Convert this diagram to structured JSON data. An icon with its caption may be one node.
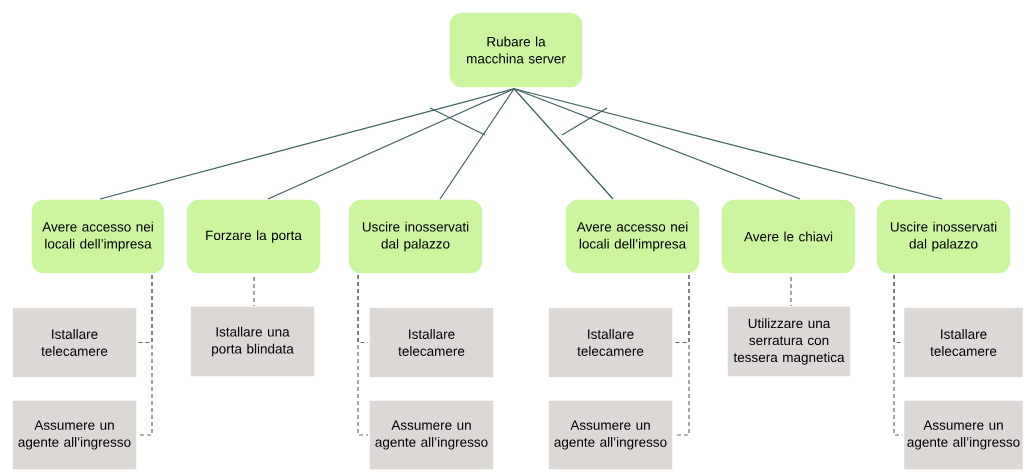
{
  "diagram": {
    "nodes": [
      {
        "text": [
          "Rubare la macchina server"
        ]
      },
      {
        "text": [
          "Avere accesso nei locali dell’impresa"
        ]
      },
      {
        "text": [
          "Forzare la porta"
        ]
      },
      {
        "text": [
          "Uscire inosservati dal palazzo"
        ]
      },
      {
        "text": [
          "Avere accesso nei locali dell’impresa"
        ]
      },
      {
        "text": [
          "Avere le chiavi"
        ]
      },
      {
        "text": [
          "Uscire inosservati dal palazzo"
        ]
      },
      {
        "text": [
          "Istallare telecamere"
        ]
      },
      {
        "text": [
          "Assumere un agente all’ingresso"
        ]
      },
      {
        "text": [
          "Istallare una porta blindata"
        ]
      },
      {
        "text": [
          "Istallare telecamere"
        ]
      },
      {
        "text": [
          "Assumere un agente all’ingresso"
        ]
      },
      {
        "text": [
          "Istallare telecamere"
        ]
      },
      {
        "text": [
          "Assumere un agente all’ingresso"
        ]
      },
      {
        "text": [
          "Utilizzare una serratura con tessera magnetica"
        ]
      },
      {
        "text": [
          "Istallare telecamere"
        ]
      },
      {
        "text": [
          "Assumere un agente all’ingresso"
        ]
      }
    ],
    "edges": [
      {
        "from": 0,
        "to": 1,
        "arrow": "none",
        "color": "#3d5f60"
      },
      {
        "from": 0,
        "to": 2,
        "arrow": "none",
        "color": "#3d5f60"
      },
      {
        "from": 0,
        "to": 3,
        "arrow": "none",
        "color": "#3d5f60"
      },
      {
        "from": 0,
        "to": 4,
        "arrow": "none",
        "color": "#3d5f60"
      },
      {
        "from": 0,
        "to": 5,
        "arrow": "none",
        "color": "#3d5f60"
      },
      {
        "from": 0,
        "to": 6,
        "arrow": "none",
        "color": "#3d5f60"
      },
      {
        "from": 1,
        "to": 7,
        "arrow": "none",
        "style": "dashed"
      },
      {
        "from": 1,
        "to": 8,
        "arrow": "none",
        "style": "dashed"
      },
      {
        "from": 2,
        "to": 9,
        "arrow": "none",
        "style": "dashed"
      },
      {
        "from": 3,
        "to": 10,
        "arrow": "none",
        "style": "dashed"
      },
      {
        "from": 3,
        "to": 11,
        "arrow": "none",
        "style": "dashed"
      },
      {
        "from": 4,
        "to": 12,
        "arrow": "none",
        "style": "dashed"
      },
      {
        "from": 4,
        "to": 13,
        "arrow": "none",
        "style": "dashed"
      },
      {
        "from": 5,
        "to": 14,
        "arrow": "none",
        "style": "dashed"
      },
      {
        "from": 6,
        "to": 15,
        "arrow": "none",
        "style": "dashed"
      },
      {
        "from": 6,
        "to": 16,
        "arrow": "none",
        "style": "dashed"
      }
    ]
  }
}
